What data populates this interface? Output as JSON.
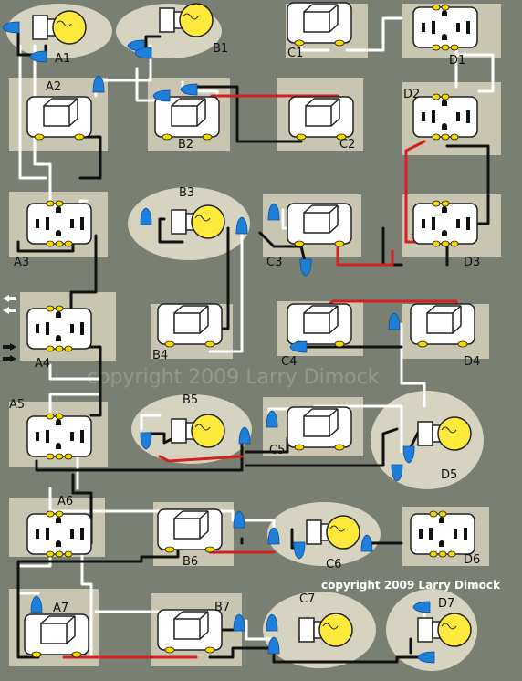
{
  "labels": {
    "A1": "A1",
    "A2": "A2",
    "A3": "A3",
    "A4": "A4",
    "A5": "A5",
    "A6": "A6",
    "A7": "A7",
    "B1": "B1",
    "B2": "B2",
    "B3": "B3",
    "B4": "B4",
    "B5": "B5",
    "B6": "B6",
    "B7": "B7",
    "C1": "C1",
    "C2": "C2",
    "C3": "C3",
    "C4": "C4",
    "C5": "C5",
    "C6": "C6",
    "C7": "C7",
    "D1": "D1",
    "D2": "D2",
    "D3": "D3",
    "D4": "D4",
    "D5": "D5",
    "D6": "D6",
    "D7": "D7"
  },
  "copyright": "copyright 2009 Larry Dimock",
  "watermark": "copyright 2009 Larry Dimock",
  "colors": {
    "background": "#7a7f73",
    "box": "#c8c6b0",
    "ellipse": "#d6d4c0",
    "hot_wire": "#d42020",
    "neutral_wire": "#ffffff",
    "ground_wire": "#111111",
    "wire_nut": "#1f7fd8",
    "bulb": "#ffe93a"
  }
}
